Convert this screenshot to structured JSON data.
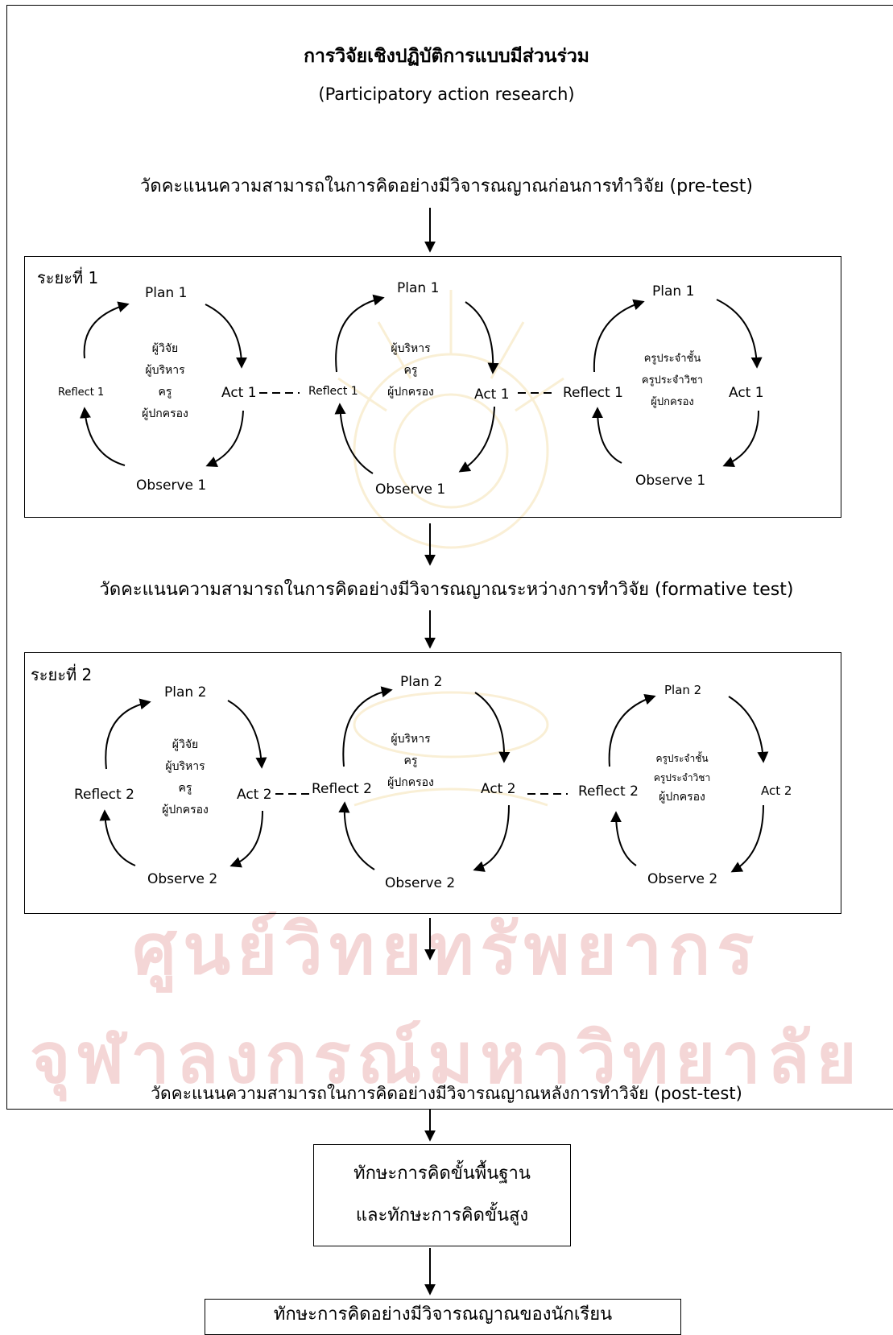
{
  "header": {
    "title": "การวิจัยเชิงปฏิบัติการแบบมีส่วนร่วม",
    "subtitle": "(Participatory action research)"
  },
  "measures": {
    "pre": "วัดคะแนนความสามารถในการคิดอย่างมีวิจารณญาณก่อนการทำวิจัย (pre-test)",
    "formative": "วัดคะแนนความสามารถในการคิดอย่างมีวิจารณญาณระหว่างการทำวิจัย (formative test)",
    "post": "วัดคะแนนความสามารถในการคิดอย่างมีวิจารณญาณหลังการทำวิจัย (post-test)"
  },
  "phase1": {
    "label": "ระยะที่ 1",
    "cycles": [
      {
        "plan": "Plan 1",
        "act": "Act 1",
        "observe": "Observe 1",
        "reflect": "Reflect 1",
        "people": [
          "ผู้วิจัย",
          "ผู้บริหาร",
          "ครู",
          "ผู้ปกครอง"
        ]
      },
      {
        "plan": "Plan 1",
        "act": "Act 1",
        "observe": "Observe 1",
        "reflect": "Reflect 1",
        "people": [
          "ผู้บริหาร",
          "ครู",
          "ผู้ปกครอง"
        ]
      },
      {
        "plan": "Plan 1",
        "act": "Act 1",
        "observe": "Observe 1",
        "reflect": "Reflect 1",
        "people": [
          "ครูประจำชั้น",
          "ครูประจำวิชา",
          "ผู้ปกครอง"
        ]
      }
    ]
  },
  "phase2": {
    "label": "ระยะที่ 2",
    "cycles": [
      {
        "plan": "Plan 2",
        "act": "Act 2",
        "observe": "Observe 2",
        "reflect": "Reflect 2",
        "people": [
          "ผู้วิจัย",
          "ผู้บริหาร",
          "ครู",
          "ผู้ปกครอง"
        ]
      },
      {
        "plan": "Plan 2",
        "act": "Act 2",
        "observe": "Observe 2",
        "reflect": "Reflect 2",
        "people": [
          "ผู้บริหาร",
          "ครู",
          "ผู้ปกครอง"
        ]
      },
      {
        "plan": "Plan 2",
        "act": "Act 2",
        "observe": "Observe 2",
        "reflect": "Reflect 2",
        "people": [
          "ครูประจำชั้น",
          "ครูประจำวิชา",
          "ผู้ปกครอง"
        ]
      }
    ]
  },
  "outcome_box": {
    "line1": "ทักษะการคิดขั้นพื้นฐาน",
    "line2": "และทักษะการคิดขั้นสูง"
  },
  "final_box": {
    "text": "ทักษะการคิดอย่างมีวิจารณญาณของนักเรียน"
  },
  "watermark": {
    "line1": "ศูนย์วิทยทรัพยากร",
    "line2": "จุฬาลงกรณ์มหาวิทยาลัย"
  }
}
